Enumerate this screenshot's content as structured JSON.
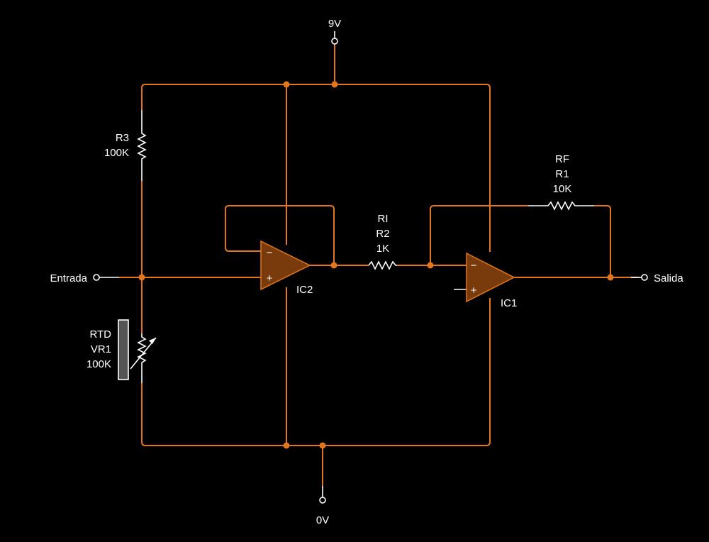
{
  "colors": {
    "background": "#000000",
    "wire": "#E0761E",
    "component": "#FFFFFF",
    "opamp_fill": "#7A3B0C"
  },
  "supply": {
    "top": "9V",
    "bottom": "0V"
  },
  "terminals": {
    "input": "Entrada",
    "output": "Salida"
  },
  "components": {
    "r3": {
      "ref": "R3",
      "value": "100K"
    },
    "rtd": {
      "name": "RTD",
      "ref": "VR1",
      "value": "100K"
    },
    "r2": {
      "name": "RI",
      "ref": "R2",
      "value": "1K"
    },
    "r1": {
      "name": "RF",
      "ref": "R1",
      "value": "10K"
    },
    "ic2": {
      "ref": "IC2"
    },
    "ic1": {
      "ref": "IC1"
    }
  },
  "opamp_signs": {
    "minus": "−",
    "plus": "+"
  }
}
